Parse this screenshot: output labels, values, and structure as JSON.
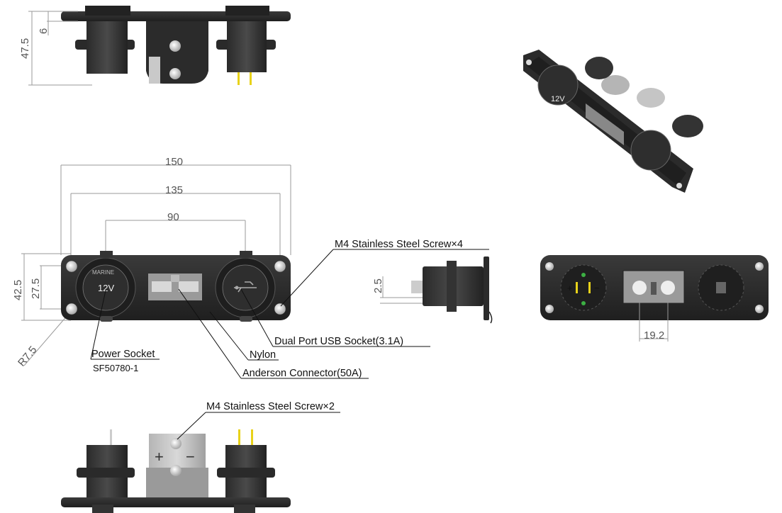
{
  "dimensions": {
    "overall_width": "150",
    "hole_spacing": "135",
    "socket_spacing": "90",
    "overall_height": "42.5",
    "hole_vertical_spacing": "27.5",
    "corner_radius": "R7.5",
    "side_depth": "47.5",
    "plate_thickness": "6",
    "side_offset": "2.5",
    "anderson_pitch": "19.2"
  },
  "callouts": {
    "screw_x4": "M4 Stainless Steel Screw×4",
    "screw_x2": "M4 Stainless Steel Screw×2",
    "usb_socket": "Dual Port USB Socket(3.1A)",
    "nylon": "Nylon",
    "anderson": "Anderson Connector(50A)",
    "power_socket": "Power Socket",
    "power_socket_part": "SF50780-1"
  },
  "socket_text": {
    "voltage": "12V",
    "brand": "MARINE",
    "plus": "+",
    "minus": "−"
  },
  "colors": {
    "panel": "#2b2b2b",
    "panel_dark": "#1c1c1c",
    "anderson_body": "#9a9a9a",
    "anderson_light": "#c8c8c8",
    "dim_line": "#9a9a9a",
    "pin_yellow": "#e8d21a",
    "led_green": "#3cb043"
  }
}
